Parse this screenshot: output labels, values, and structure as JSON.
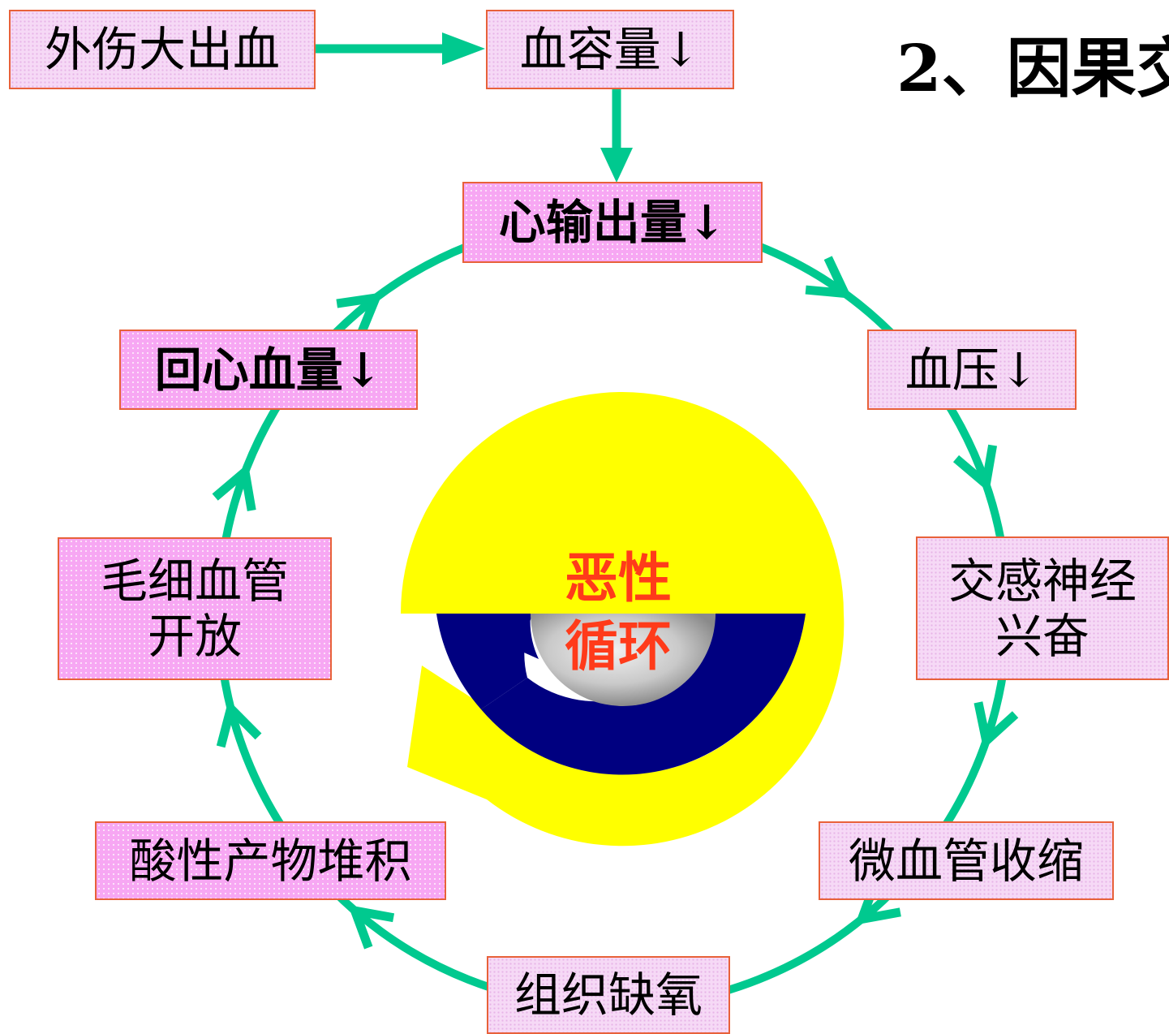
{
  "title": "2、因果交",
  "start_box": "外伤大出血",
  "volume_box": "血容量↓",
  "cycle": [
    "心输出量↓",
    "血压↓",
    "交感神经\n兴奋",
    "微血管收缩",
    "组织缺氧",
    "酸性产物堆积",
    "毛细血管\n开放",
    "回心血量↓"
  ],
  "center_label": "恶性\n循环",
  "colors": {
    "arrow": "#00c98f",
    "box_border": "#e8613a",
    "box_fill": "#f6d9f6",
    "box_fill_strong": "#f7a7f3",
    "center_text": "#ff3b1a",
    "yellow": "#ffff00",
    "navy": "#000080"
  }
}
